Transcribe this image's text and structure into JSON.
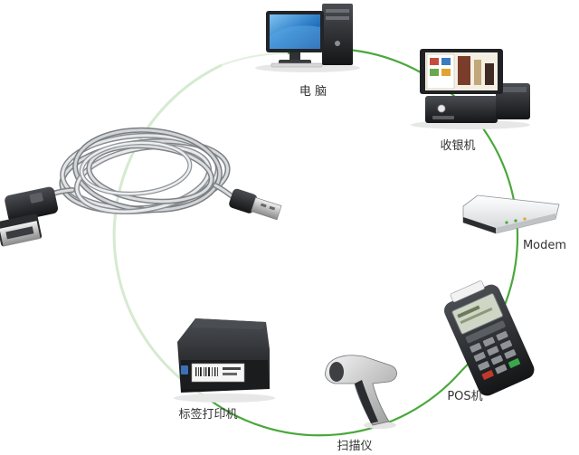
{
  "colors": {
    "ring_green": "#4aa83c",
    "ring_faint": "#d6ead0",
    "cable_silver": "#b9bcc0",
    "device_black": "#1d1f22"
  },
  "devices": [
    {
      "id": "computer",
      "label": "电 脑",
      "icon": "desktop-computer-icon"
    },
    {
      "id": "cash-register",
      "label": "收银机",
      "icon": "pos-terminal-icon"
    },
    {
      "id": "modem",
      "label": "Modem",
      "icon": "modem-icon"
    },
    {
      "id": "pos",
      "label": "POS机",
      "icon": "card-payment-terminal-icon"
    },
    {
      "id": "scanner",
      "label": "扫描仪",
      "icon": "barcode-scanner-icon"
    },
    {
      "id": "label-printer",
      "label": "标签打印机",
      "icon": "label-printer-icon"
    }
  ],
  "cable": {
    "icon": "usb-extension-cable-icon"
  }
}
